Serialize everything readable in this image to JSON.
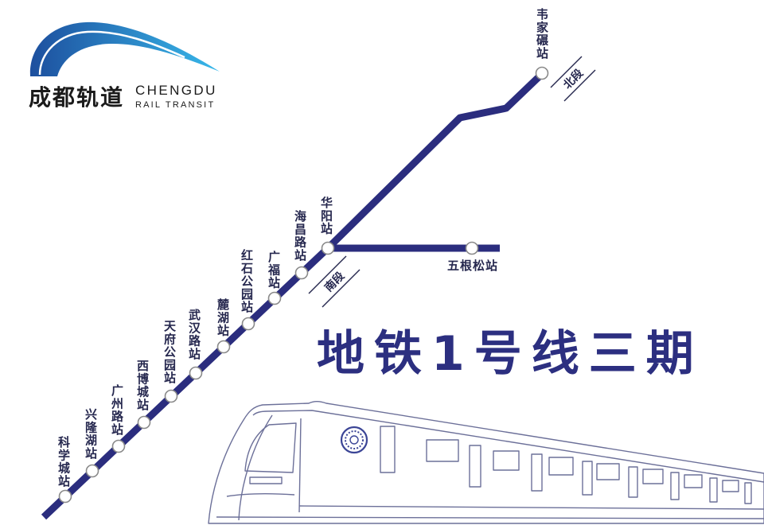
{
  "logo": {
    "name_cn": "成都轨道",
    "name_en_line1": "CHENGDU",
    "name_en_line2": "RAIL TRANSIT"
  },
  "title": "地铁1号线三期",
  "line": {
    "stations": [
      {
        "name": "科学城站"
      },
      {
        "name": "兴隆湖站"
      },
      {
        "name": "广州路站"
      },
      {
        "name": "西博城站"
      },
      {
        "name": "天府公园站"
      },
      {
        "name": "武汉路站"
      },
      {
        "name": "麓湖站"
      },
      {
        "name": "红石公园站"
      },
      {
        "name": "广福站"
      },
      {
        "name": "海昌路站"
      },
      {
        "name": "华阳站"
      },
      {
        "name": "韦家碾站"
      }
    ],
    "branch_stations": [
      {
        "name": "五根松站"
      }
    ],
    "sections": {
      "north": "北段",
      "south": "南段"
    }
  },
  "icons": {
    "logo": "chengdu-rail-transit-swoosh-logo",
    "train": "metro-train-illustration",
    "station": "station-circle-icon"
  },
  "colors": {
    "line": "#2b2d7e",
    "station_fill": "#ffffff",
    "station_stroke": "#8a8a8a",
    "label": "#26284f",
    "title": "#2c2f80",
    "logo_blue": "#1d4f9e",
    "logo_cyan": "#38b8ea",
    "logo_text": "#1b1b1b",
    "train_stroke": "#6c7099",
    "train_accent": "#3b4596"
  }
}
